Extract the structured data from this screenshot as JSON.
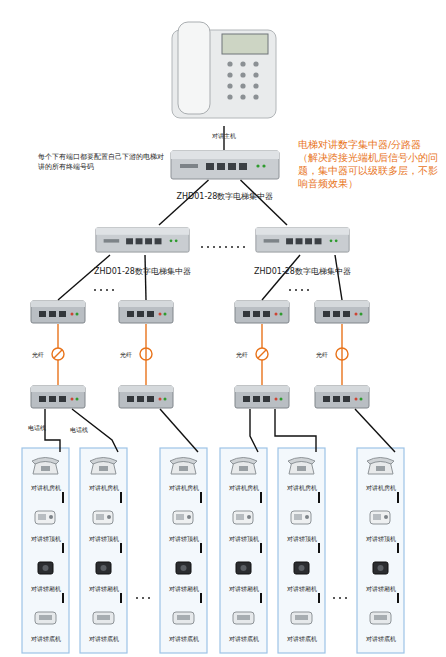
{
  "diagram": {
    "nodes": [
      {
        "text": [
          "对讲主机"
        ]
      },
      {
        "text": [
          "ZHD01-28数字电梯集中器"
        ]
      },
      {
        "text": [
          "ZHD01-28数字电梯集中器"
        ]
      },
      {
        "text": [
          "ZHD01-28数字电梯集中器"
        ]
      },
      {
        "text": [
          "对讲机房机"
        ]
      },
      {
        "text": [
          "对讲轿顶机"
        ]
      },
      {
        "text": [
          "对讲轿厢机"
        ]
      },
      {
        "text": [
          "对讲轿底机"
        ]
      },
      {
        "text": [
          "对讲机房机"
        ]
      },
      {
        "text": [
          "对讲轿顶机"
        ]
      },
      {
        "text": [
          "对讲轿厢机"
        ]
      },
      {
        "text": [
          "对讲轿底机"
        ]
      },
      {
        "text": [
          "对讲机房机"
        ]
      },
      {
        "text": [
          "对讲轿顶机"
        ]
      },
      {
        "text": [
          "对讲轿厢机"
        ]
      },
      {
        "text": [
          "对讲轿底机"
        ]
      },
      {
        "text": [
          "对讲机房机"
        ]
      },
      {
        "text": [
          "对讲轿顶机"
        ]
      },
      {
        "text": [
          "对讲轿厢机"
        ]
      },
      {
        "text": [
          "对讲轿底机"
        ]
      },
      {
        "text": [
          "对讲机房机"
        ]
      },
      {
        "text": [
          "对讲轿顶机"
        ]
      },
      {
        "text": [
          "对讲轿厢机"
        ]
      },
      {
        "text": [
          "对讲轿底机"
        ]
      },
      {
        "text": [
          "对讲机房机"
        ]
      },
      {
        "text": [
          "对讲轿顶机"
        ]
      },
      {
        "text": [
          "对讲轿厢机"
        ]
      },
      {
        "text": [
          "对讲轿底机"
        ]
      }
    ],
    "edges": [
      {
        "from": 0,
        "to": 1,
        "arrow": "none"
      },
      {
        "from": 1,
        "to": 2,
        "arrow": "none"
      },
      {
        "from": 1,
        "to": 3,
        "arrow": "none"
      },
      {
        "from": 4,
        "to": 5,
        "arrow": "none"
      },
      {
        "from": 5,
        "to": 6,
        "arrow": "none"
      },
      {
        "from": 6,
        "to": 7,
        "arrow": "none"
      },
      {
        "from": 8,
        "to": 9,
        "arrow": "none"
      },
      {
        "from": 9,
        "to": 10,
        "arrow": "none"
      },
      {
        "from": 10,
        "to": 11,
        "arrow": "none"
      },
      {
        "from": 12,
        "to": 13,
        "arrow": "none"
      },
      {
        "from": 13,
        "to": 14,
        "arrow": "none"
      },
      {
        "from": 14,
        "to": 15,
        "arrow": "none"
      },
      {
        "from": 16,
        "to": 17,
        "arrow": "none"
      },
      {
        "from": 17,
        "to": 18,
        "arrow": "none"
      },
      {
        "from": 18,
        "to": 19,
        "arrow": "none"
      },
      {
        "from": 20,
        "to": 21,
        "arrow": "none"
      },
      {
        "from": 21,
        "to": 22,
        "arrow": "none"
      },
      {
        "from": 22,
        "to": 23,
        "arrow": "none"
      },
      {
        "from": 24,
        "to": 25,
        "arrow": "none"
      },
      {
        "from": 25,
        "to": 26,
        "arrow": "none"
      },
      {
        "from": 26,
        "to": 27,
        "arrow": "none"
      }
    ],
    "labels": [
      "每个下有端口都要配置自己下游的电梯对讲的所有终端号码",
      "电梯对讲数字集中器/分路器（解决跨接光端机后信号小的问题，集中器可以级联多层，不影响音频效果）",
      "光纤",
      "光纤",
      "光纤",
      "光纤",
      "电话线",
      "电话线"
    ]
  }
}
